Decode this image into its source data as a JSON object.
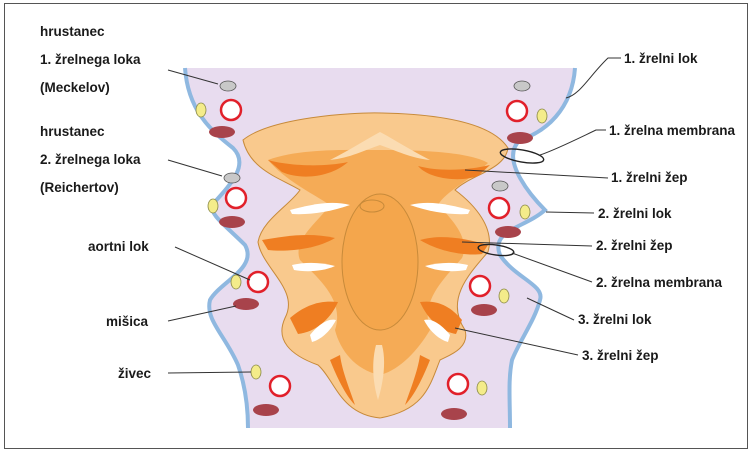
{
  "colors": {
    "tissue": "#e8dcef",
    "outline": "#8fb8e0",
    "pharynx_outer": "#f9c98d",
    "pharynx_inner": "#f4a64c",
    "pharynx_dark": "#ef7e22",
    "pharynx_edge": "#c78a3a",
    "artery_ring": "#e1202a",
    "muscle": "#a8434b",
    "nerve": "#f4ec8a",
    "cartilage": "#c8c8c8"
  },
  "labels": {
    "cartilage1_line1": "hrustanec",
    "cartilage1_line2": "1. žrelnega loka",
    "cartilage1_line3": "(Meckelov)",
    "cartilage2_line1": "hrustanec",
    "cartilage2_line2": "2. žrelnega loka",
    "cartilage2_line3": "(Reichertov)",
    "aortic_arch": "aortni lok",
    "muscle": "mišica",
    "nerve": "živec",
    "arch1": "1. žrelni lok",
    "membrane1": "1. žrelna membrana",
    "pouch1": "1. žrelni žep",
    "arch2": "2. žrelni lok",
    "pouch2": "2. žrelni žep",
    "membrane2": "2. žrelna membrana",
    "arch3": "3. žrelni lok",
    "pouch3": "3. žrelni žep"
  }
}
